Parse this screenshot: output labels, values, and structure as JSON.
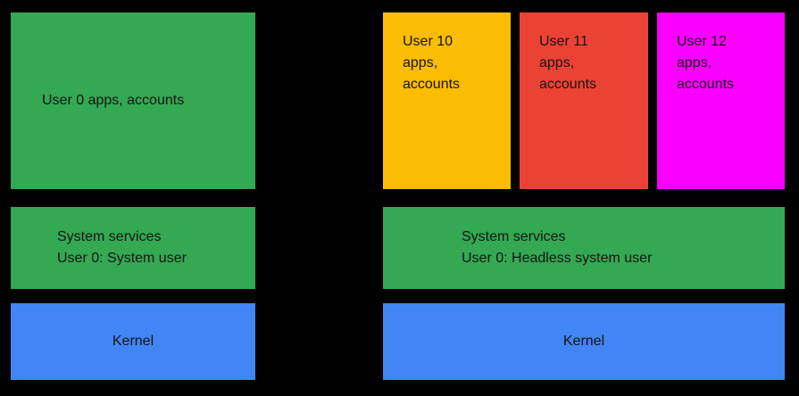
{
  "colors": {
    "background": "#000000",
    "green": "#34A853",
    "blue": "#4285F4",
    "yellow": "#FBBC04",
    "red": "#EA4335",
    "magenta": "#FA00FF",
    "text": "#141414"
  },
  "left_stack": {
    "user_apps_label": "User 0 apps, accounts",
    "system_services": {
      "line1": "System services",
      "line2": "User 0: System user"
    },
    "kernel_label": "Kernel"
  },
  "right_stack": {
    "user_boxes": [
      {
        "line1": "User 10",
        "line2": "apps,",
        "line3": "accounts"
      },
      {
        "line1": "User 11",
        "line2": "apps,",
        "line3": "accounts"
      },
      {
        "line1": "User 12",
        "line2": "apps,",
        "line3": "accounts"
      }
    ],
    "system_services": {
      "line1": "System services",
      "line2": "User 0: Headless system user"
    },
    "kernel_label": "Kernel"
  }
}
